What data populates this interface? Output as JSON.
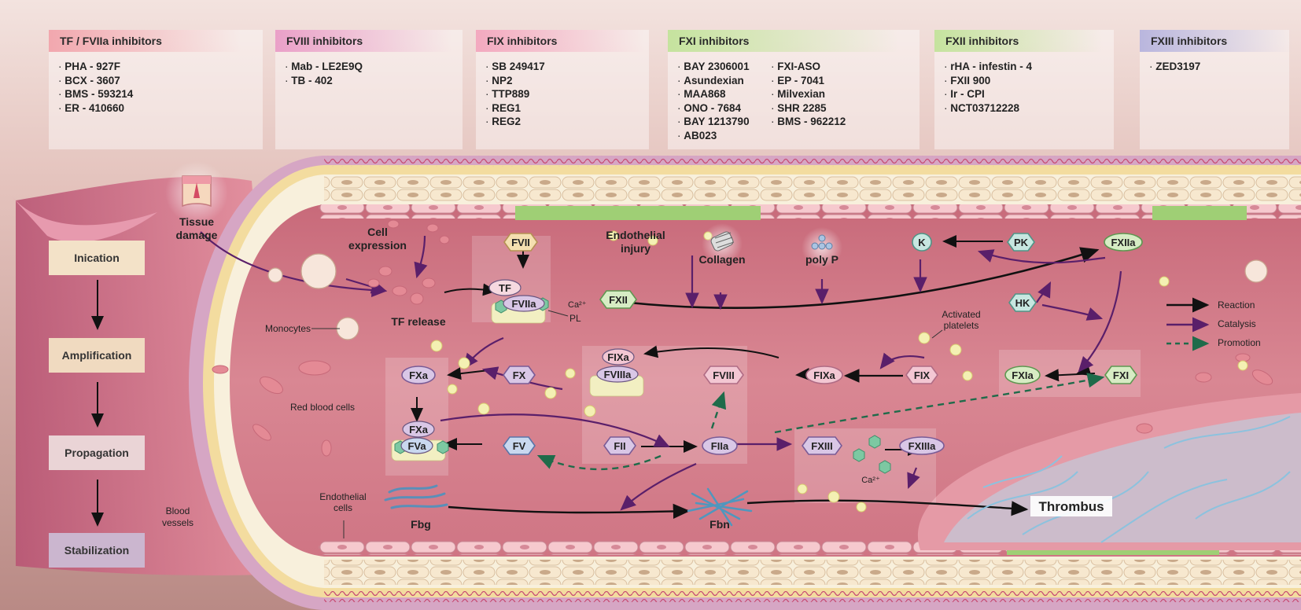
{
  "inhibitor_panels": [
    {
      "id": "tf",
      "title": "TF / FVIIa inhibitors",
      "color": "#f2a7ae",
      "left": "62",
      "width": "272",
      "drugs": [
        "PHA - 927F",
        "BCX - 3607",
        "BMS - 593214",
        "ER - 410660"
      ]
    },
    {
      "id": "fviii",
      "title": "FVIII inhibitors",
      "color": "#eaa0c8",
      "drugs": [
        "Mab - LE2E9Q",
        "TB - 402"
      ]
    },
    {
      "id": "fix",
      "title": "FIX inhibitors",
      "color": "#f3a9bf",
      "drugs": [
        "SB 249417",
        "NP2",
        "TTP889",
        "REG1",
        "REG2"
      ]
    },
    {
      "id": "fxi",
      "title": "FXI inhibitors",
      "color": "#c5e39e",
      "drugs_col1": [
        "BAY 2306001",
        "Asundexian",
        "MAA868",
        "ONO - 7684",
        "BAY 1213790",
        "AB023"
      ],
      "drugs_col2": [
        "FXI-ASO",
        "EP - 7041",
        "Milvexian",
        "SHR 2285",
        "BMS - 962212"
      ]
    },
    {
      "id": "fxii",
      "title": "FXII inhibitors",
      "color": "#c5e39e",
      "drugs": [
        "rHA - infestin - 4",
        "FXII 900",
        "Ir - CPI",
        "NCT03712228"
      ]
    },
    {
      "id": "fxiii",
      "title": "FXIII inhibitors",
      "color": "#b9b6de",
      "drugs": [
        "ZED3197"
      ]
    }
  ],
  "stages": [
    {
      "label": "Inication",
      "color": "#f3e2c8"
    },
    {
      "label": "Amplification",
      "color": "#f0dac0"
    },
    {
      "label": "Propagation",
      "color": "#ead4d6"
    },
    {
      "label": "Stabilization",
      "color": "#cbb6cf"
    }
  ],
  "labels": {
    "tissue_damage": "Tissue\ndamage",
    "cell_expression": "Cell\nexpression",
    "endothelial_injury": "Endothelial\ninjury",
    "collagen": "Collagen",
    "poly_p": "poly  P",
    "tf_release": "TF release",
    "monocytes": "Monocytes",
    "red_blood_cells": "Red blood cells",
    "activated_platelets": "Activated\nplatelets",
    "endothelial_cells": "Endothelial\ncells",
    "blood_vessels": "Blood\nvessels",
    "thrombus": "Thrombus",
    "ca": "Ca²⁺",
    "pl": "PL",
    "tf": "TF"
  },
  "factors": {
    "fvii": "FVII",
    "fviia": "FVIIa",
    "fxii": "FXII",
    "k": "K",
    "pk": "PK",
    "fxiia": "FXIIa",
    "hk": "HK",
    "fxa_1": "FXa",
    "fx": "FX",
    "fixa_complex": "FIXa",
    "fviiia": "FVIIIa",
    "fviii": "FVIII",
    "fixa": "FIXa",
    "fix": "FIX",
    "fxia": "FXIa",
    "fxi": "FXI",
    "fxa_2": "FXa",
    "fva": "FVa",
    "fv": "FV",
    "fii": "FII",
    "fiia": "FIIa",
    "fxiii": "FXIII",
    "fxiiia": "FXIIIa",
    "fbg": "Fbg",
    "fbn": "Fbn"
  },
  "legend": [
    {
      "label": "Reaction",
      "style": "black-solid",
      "color": "#111111"
    },
    {
      "label": "Catalysis",
      "style": "purple-solid",
      "color": "#5a1f6a"
    },
    {
      "label": "Promotion",
      "style": "green-dashed",
      "color": "#1f6b4a"
    }
  ]
}
